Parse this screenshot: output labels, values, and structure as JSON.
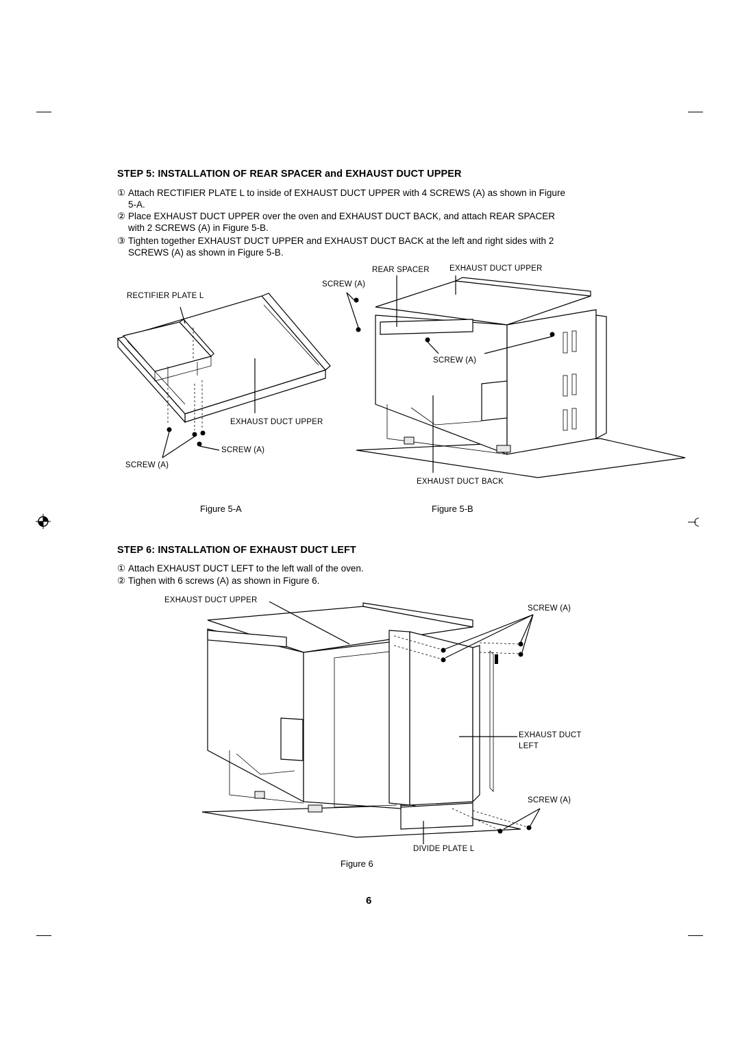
{
  "step5": {
    "title": "STEP 5:  INSTALLATION OF REAR SPACER and EXHAUST DUCT UPPER",
    "items": [
      {
        "num": "①",
        "text": "Attach RECTIFIER PLATE L to inside of EXHAUST DUCT UPPER with 4 SCREWS (A) as shown in Figure",
        "cont": "5-A."
      },
      {
        "num": "②",
        "text": "Place EXHAUST DUCT UPPER over the oven and EXHAUST DUCT BACK, and attach REAR SPACER",
        "cont": "with 2 SCREWS (A) in Figure 5-B."
      },
      {
        "num": "③",
        "text": "Tighten together EXHAUST DUCT UPPER and EXHAUST DUCT BACK at the left and right sides with 2",
        "cont": "SCREWS (A) as shown in Figure 5-B."
      }
    ]
  },
  "figure5a": {
    "labels": {
      "rectifier_plate": "RECTIFIER PLATE L",
      "exhaust_duct_upper": "EXHAUST DUCT UPPER",
      "screw_right": "SCREW (A)",
      "screw_left": "SCREW (A)"
    },
    "caption": "Figure 5-A"
  },
  "figure5b": {
    "labels": {
      "rear_spacer": "REAR SPACER",
      "exhaust_duct_upper": "EXHAUST DUCT UPPER",
      "screw_top": "SCREW (A)",
      "screw_mid": "SCREW (A)",
      "exhaust_duct_back": "EXHAUST DUCT BACK"
    },
    "caption": "Figure 5-B"
  },
  "step6": {
    "title": "STEP 6:  INSTALLATION OF EXHAUST DUCT LEFT",
    "items": [
      {
        "num": "①",
        "text": "Attach EXHAUST DUCT LEFT to the left wall of the oven."
      },
      {
        "num": "②",
        "text": "Tighen with 6 screws (A) as shown in Figure 6."
      }
    ]
  },
  "figure6": {
    "labels": {
      "exhaust_duct_upper": "EXHAUST DUCT UPPER",
      "screw_top": "SCREW (A)",
      "exhaust_duct_left_1": "EXHAUST DUCT",
      "exhaust_duct_left_2": "LEFT",
      "screw_bottom": "SCREW (A)",
      "divide_plate": "DIVIDE PLATE L"
    },
    "caption": "Figure 6"
  },
  "page_number": "6"
}
